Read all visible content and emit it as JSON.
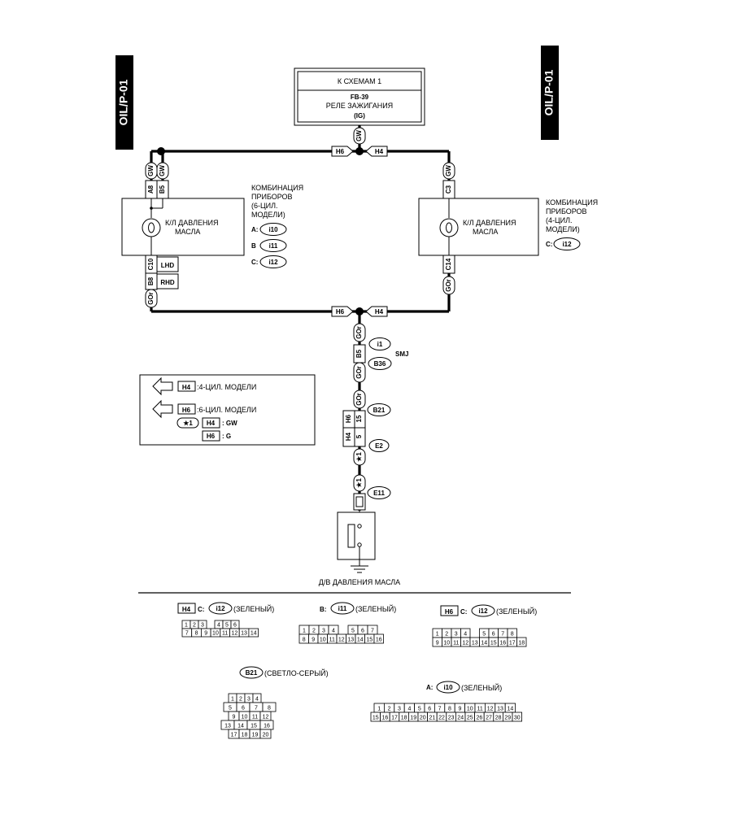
{
  "side_tags": {
    "left": "OIL/P-01",
    "right": "OIL/P-01"
  },
  "top_box": {
    "title": "К СХЕМАМ 1",
    "code": "FB-39",
    "name": "РЕЛЕ ЗАЖИГАНИЯ",
    "sub": "(IG)"
  },
  "wire_codes": {
    "gw": "GW",
    "gor": "GOr"
  },
  "connectors": {
    "h6": "H6",
    "h4": "H4",
    "a8": "A8",
    "b5": "B5",
    "c10": "C10",
    "b8": "B8",
    "c3": "C3",
    "c14": "C14",
    "h6_15": "15",
    "h4_5": "5",
    "star1": "★1"
  },
  "lhd": "LHD",
  "rhd": "RHD",
  "left_cluster": {
    "inner_label": [
      "К/Л ДАВЛЕНИЯ",
      "МАСЛА"
    ],
    "title": [
      "КОМБИНАЦИЯ",
      "ПРИБОРОВ",
      "(6-ЦИЛ.",
      "МОДЕЛИ)"
    ],
    "refs": [
      {
        "prefix": "A:",
        "code": "i10"
      },
      {
        "prefix": "B",
        "code": "i11"
      },
      {
        "prefix": "C:",
        "code": "i12"
      }
    ]
  },
  "right_cluster": {
    "inner_label": [
      "К/Л ДАВЛЕНИЯ",
      "МАСЛА"
    ],
    "title": [
      "КОМБИНАЦИЯ",
      "ПРИБОРОВ",
      "(4-ЦИЛ.",
      "МОДЕЛИ)"
    ],
    "refs": [
      {
        "prefix": "C:",
        "code": "i12"
      }
    ]
  },
  "smj": {
    "code1": "i1",
    "label": "SMJ",
    "code2": "B36"
  },
  "chain_refs": {
    "b21": "B21",
    "e2": "E2",
    "e11": "E11"
  },
  "legend": {
    "h4_text": ":4-ЦИЛ. МОДЕЛИ",
    "h6_text": ":6-ЦИЛ. МОДЕЛИ",
    "star_text": ": GW",
    "g_text": ": G"
  },
  "switch_label": "Д/В ДАВЛЕНИЯ МАСЛА",
  "connector_views": {
    "c1": {
      "prefix": "C:",
      "code": "i12",
      "desc": "(ЗЕЛЕНЫЙ)"
    },
    "c2": {
      "prefix": "B:",
      "code": "i11",
      "desc": "(ЗЕЛЕНЫЙ)"
    },
    "c3": {
      "prefix": "C:",
      "code": "i12",
      "desc": "(ЗЕЛЕНЫЙ)"
    },
    "c4": {
      "code": "B21",
      "desc": "(СВЕТЛО-СЕРЫЙ)"
    },
    "c5": {
      "prefix": "A:",
      "code": "i10",
      "desc": "(ЗЕЛЕНЫЙ)"
    }
  },
  "pin_rows": {
    "c1_r1": [
      "1",
      "2",
      "3",
      "",
      "4",
      "5",
      "6"
    ],
    "c1_r2": [
      "7",
      "8",
      "9",
      "10",
      "11",
      "12",
      "13",
      "14"
    ],
    "c2_r1": [
      "1",
      "2",
      "3",
      "4",
      "",
      "5",
      "6",
      "7"
    ],
    "c2_r2": [
      "8",
      "9",
      "10",
      "11",
      "12",
      "13",
      "14",
      "15",
      "16"
    ],
    "c3_r1": [
      "1",
      "2",
      "3",
      "4",
      "",
      "5",
      "6",
      "7",
      "8"
    ],
    "c3_r2": [
      "9",
      "10",
      "11",
      "12",
      "13",
      "14",
      "15",
      "16",
      "17",
      "18"
    ],
    "c4_r1": [
      "1",
      "2",
      "3",
      "4"
    ],
    "c4_r2": [
      "5",
      "6",
      "7",
      "8"
    ],
    "c4_r3": [
      "9",
      "10",
      "11",
      "12"
    ],
    "c4_r4": [
      "13",
      "14",
      "15",
      "16"
    ],
    "c4_r5": [
      "17",
      "18",
      "19",
      "20"
    ],
    "c5_r1": [
      "1",
      "2",
      "3",
      "4",
      "5",
      "6",
      "7",
      "8",
      "9",
      "10",
      "11",
      "12",
      "13",
      "14"
    ],
    "c5_r2": [
      "15",
      "16",
      "17",
      "18",
      "19",
      "20",
      "21",
      "22",
      "23",
      "24",
      "25",
      "26",
      "27",
      "28",
      "29",
      "30"
    ]
  }
}
